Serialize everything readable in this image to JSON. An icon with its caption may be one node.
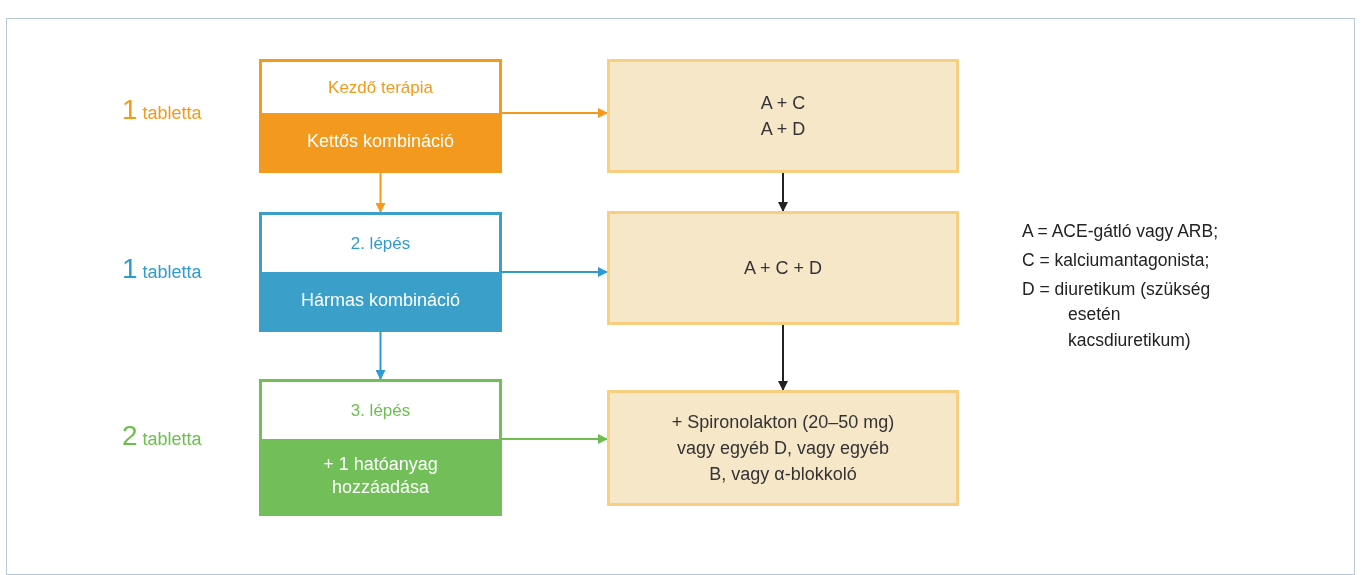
{
  "diagram": {
    "nodes": [
      {
        "text": [
          "Kezdő terápia",
          "Kettős kombináció"
        ],
        "beside": [
          "1 tabletta"
        ]
      },
      {
        "text": [
          "A + C",
          "A + D"
        ]
      },
      {
        "text": [
          "2. lépés",
          "Hármas kombináció"
        ],
        "beside": [
          "1 tabletta"
        ]
      },
      {
        "text": [
          "A + C + D"
        ]
      },
      {
        "text": [
          "3. lépés",
          "+ 1 hatóanyag hozzáadása"
        ],
        "beside": [
          "2 tabletta"
        ]
      },
      {
        "text": [
          "+ Spironolakton (20–50 mg) vagy egyéb D, vagy egyéb B, vagy α-blokkoló"
        ]
      }
    ],
    "edges": [
      {
        "from": 0,
        "to": 1,
        "arrow": "to",
        "color": "#f39a1e"
      },
      {
        "from": 0,
        "to": 2,
        "arrow": "to",
        "color": "#f39a1e"
      },
      {
        "from": 2,
        "to": 3,
        "arrow": "to",
        "color": "#2f9bd2"
      },
      {
        "from": 2,
        "to": 4,
        "arrow": "to",
        "color": "#2f9bd2"
      },
      {
        "from": 4,
        "to": 5,
        "arrow": "to",
        "color": "#6cbf4e"
      },
      {
        "from": 1,
        "to": 3,
        "arrow": "to",
        "color": "#222222"
      },
      {
        "from": 3,
        "to": 5,
        "arrow": "to",
        "color": "#222222"
      }
    ],
    "labels": [
      "A = ACE-gátló vagy ARB;",
      "C = kalciumantagonista;",
      "D = diuretikum (szükség esetén kacsdiuretikum)"
    ]
  }
}
